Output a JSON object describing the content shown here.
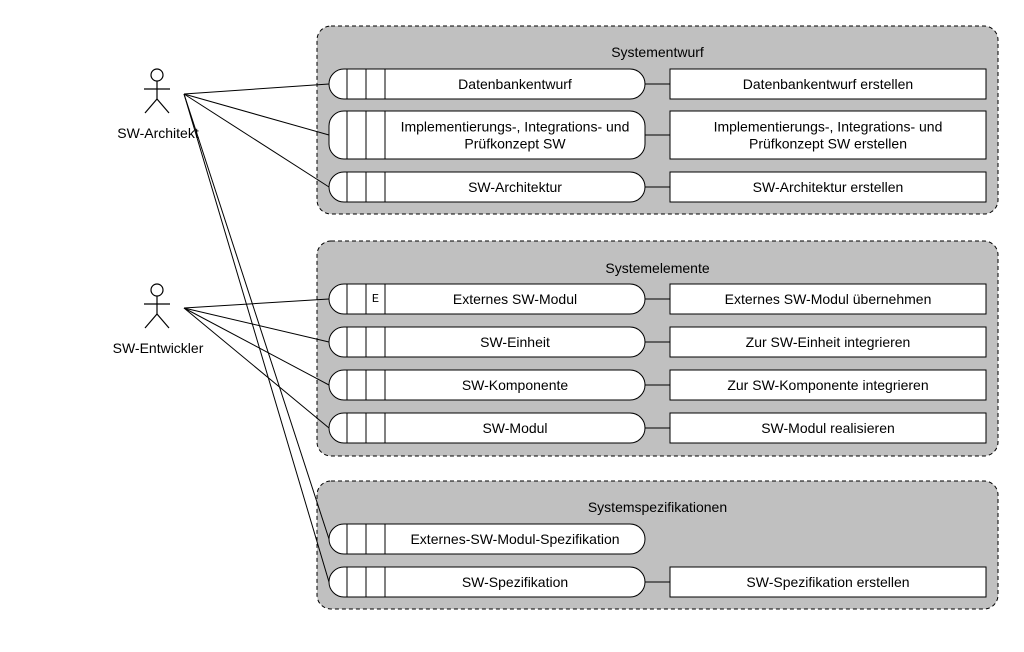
{
  "actors": [
    {
      "id": "architekt",
      "label": "SW-Architekt"
    },
    {
      "id": "entwickler",
      "label": "SW-Entwickler"
    }
  ],
  "groups": [
    {
      "title": "Systementwurf",
      "products": [
        {
          "lines": [
            "Datenbankentwurf"
          ],
          "flag": "",
          "activity": [
            "Datenbankentwurf erstellen"
          ],
          "actor": "architekt"
        },
        {
          "lines": [
            "Implementierungs-, Integrations- und",
            "Prüfkonzept SW"
          ],
          "flag": "",
          "activity": [
            "Implementierungs-, Integrations- und",
            "Prüfkonzept SW erstellen"
          ],
          "actor": "architekt"
        },
        {
          "lines": [
            "SW-Architektur"
          ],
          "flag": "",
          "activity": [
            "SW-Architektur erstellen"
          ],
          "actor": "architekt"
        }
      ]
    },
    {
      "title": "Systemelemente",
      "products": [
        {
          "lines": [
            "Externes SW-Modul"
          ],
          "flag": "E",
          "activity": [
            "Externes SW-Modul übernehmen"
          ],
          "actor": "entwickler"
        },
        {
          "lines": [
            "SW-Einheit"
          ],
          "flag": "",
          "activity": [
            "Zur SW-Einheit integrieren"
          ],
          "actor": "entwickler"
        },
        {
          "lines": [
            "SW-Komponente"
          ],
          "flag": "",
          "activity": [
            "Zur SW-Komponente integrieren"
          ],
          "actor": "entwickler"
        },
        {
          "lines": [
            "SW-Modul"
          ],
          "flag": "",
          "activity": [
            "SW-Modul realisieren"
          ],
          "actor": "entwickler"
        }
      ]
    },
    {
      "title": "Systemspezifikationen",
      "products": [
        {
          "lines": [
            "Externes-SW-Modul-Spezifikation"
          ],
          "flag": "",
          "activity": [],
          "actor": "architekt"
        },
        {
          "lines": [
            "SW-Spezifikation"
          ],
          "flag": "",
          "activity": [
            "SW-Spezifikation erstellen"
          ],
          "actor": "architekt"
        }
      ]
    }
  ],
  "colors": {
    "group_fill": "#c0c0c0",
    "box_fill": "#ffffff",
    "stroke": "#000000"
  }
}
